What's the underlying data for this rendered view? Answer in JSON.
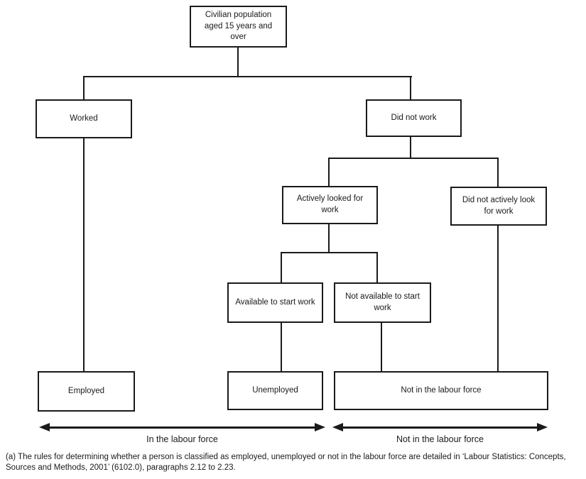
{
  "diagram": {
    "title_node": "Civilian population aged 15 years and over",
    "nodes": {
      "civilian": {
        "label": "Civilian population aged 15 years and over"
      },
      "worked": {
        "label": "Worked"
      },
      "did_not_work": {
        "label": "Did not work"
      },
      "actively_looked": {
        "label": "Actively looked for work"
      },
      "did_not_actively": {
        "label": "Did not actively look for work"
      },
      "available": {
        "label": "Available to start work"
      },
      "not_available": {
        "label": "Not available to start work"
      },
      "employed": {
        "label": "Employed"
      },
      "unemployed": {
        "label": "Unemployed"
      },
      "not_in_labour_force": {
        "label": "Not in the labour force"
      }
    },
    "arrows": {
      "in_labour_force": "In the labour force",
      "not_in_labour_force": "Not in the labour force"
    },
    "footnote": "(a) The rules for determining whether a person is classified as employed, unemployed or not in the labour force are detailed in ‘Labour Statistics: Concepts, Sources and Methods, 2001’ (6102.0), paragraphs 2.12 to 2.23.",
    "colors": {
      "line": "#1a1a1a",
      "text": "#1a1a1a",
      "background": "#ffffff"
    }
  }
}
